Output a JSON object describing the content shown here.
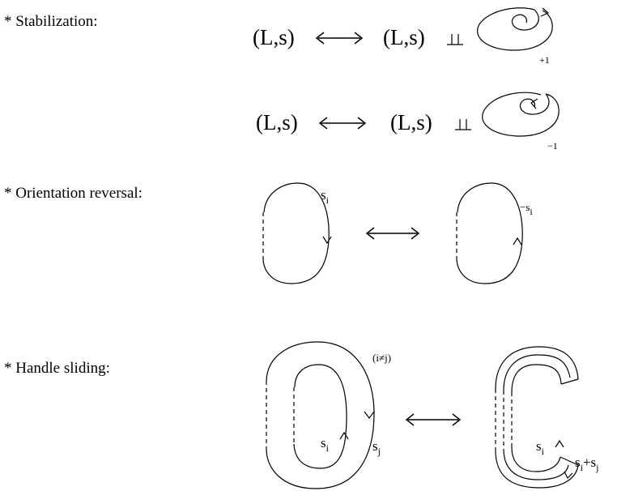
{
  "sections": {
    "stabilization": {
      "heading": "* Stabilization:",
      "rows": [
        {
          "lhs": "(L,s)",
          "rhs": "(L,s)",
          "framing": "+1"
        },
        {
          "lhs": "(L,s)",
          "rhs": "(L,s)",
          "framing": "−1"
        }
      ]
    },
    "orientation": {
      "heading": "* Orientation reversal:",
      "left_label": "s",
      "left_sub": "i",
      "right_label": "−s",
      "right_sub": "i"
    },
    "handle": {
      "heading": "* Handle sliding:",
      "condition": "(i≠j)",
      "left_inner": "s",
      "left_inner_sub": "i",
      "left_outer": "s",
      "left_outer_sub": "j",
      "right_inner": "s",
      "right_inner_sub": "i",
      "right_sum_a": "s",
      "right_sum_a_sub": "i",
      "right_sum_plus": "+s",
      "right_sum_b_sub": "j"
    }
  }
}
